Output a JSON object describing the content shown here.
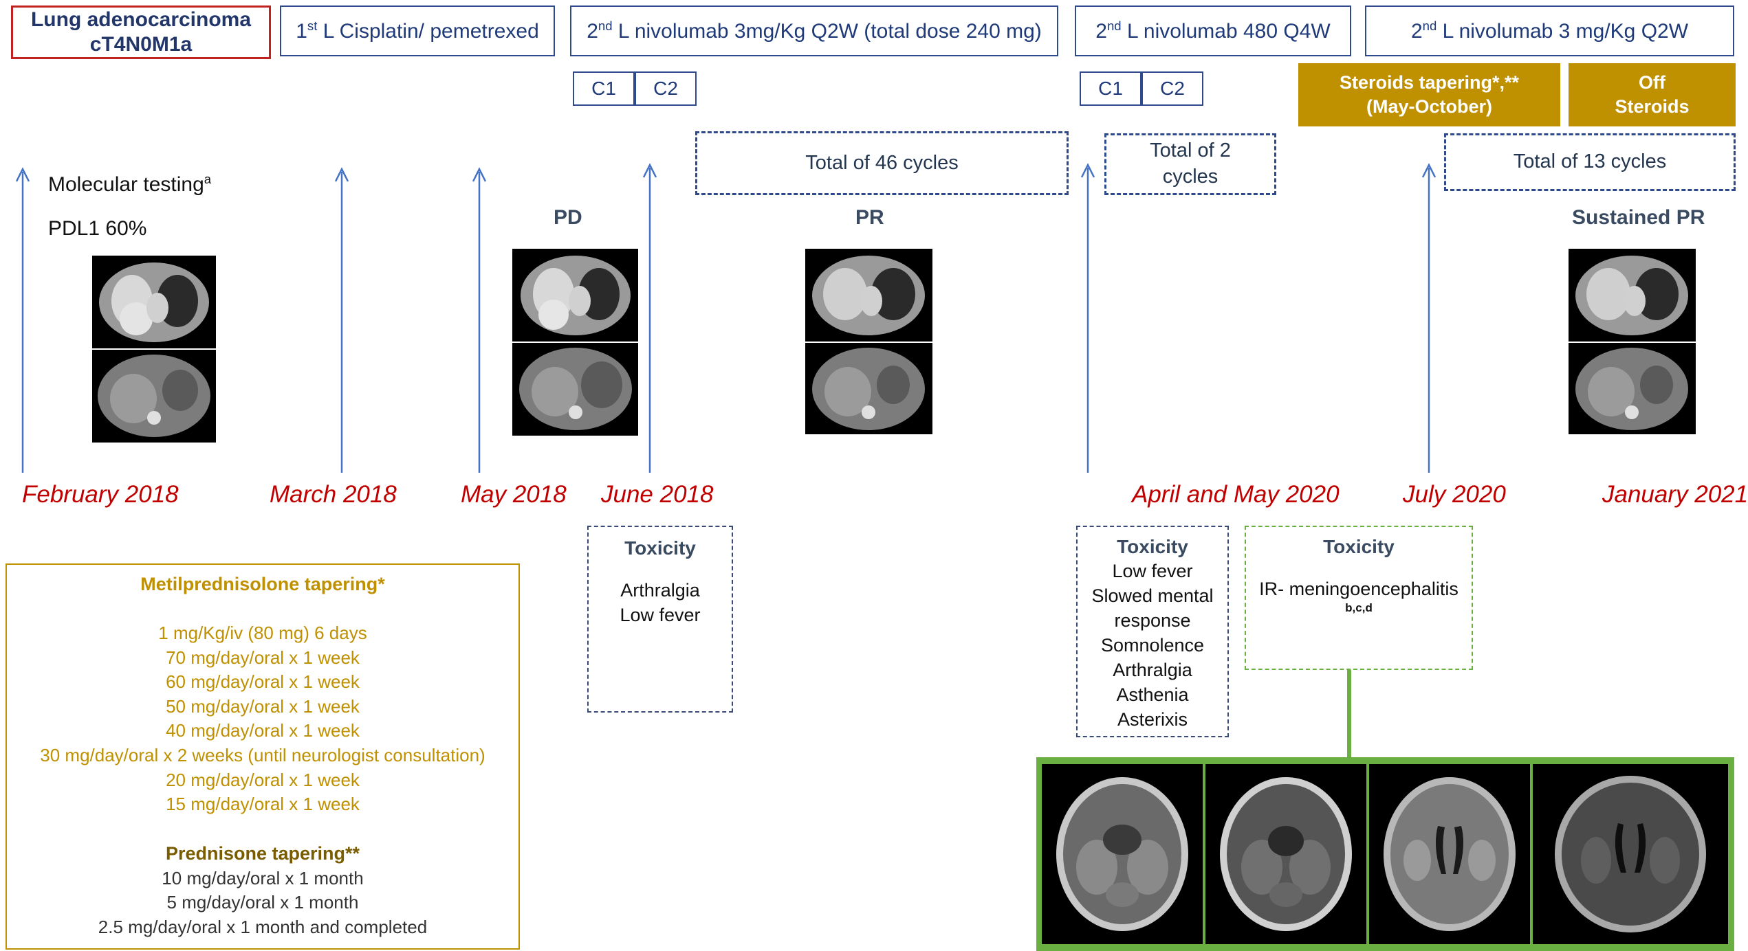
{
  "header": {
    "diagnosis": {
      "line1": "Lung adenocarcinoma",
      "line2": "cT4N0M1a"
    },
    "first_line": {
      "prefix": "1",
      "sup": "st",
      "text": " L Cisplatin/ pemetrexed"
    },
    "second_line_a": {
      "prefix": "2",
      "sup": "nd",
      "text": " L nivolumab 3mg/Kg Q2W (total dose 240 mg)"
    },
    "second_line_b": {
      "prefix": "2",
      "sup": "nd",
      "text": " L nivolumab 480 Q4W"
    },
    "second_line_c": {
      "prefix": "2",
      "sup": "nd",
      "text": " L nivolumab 3 mg/Kg Q2W"
    }
  },
  "cycles": {
    "a": [
      "C1",
      "C2"
    ],
    "b": [
      "C1",
      "C2"
    ]
  },
  "steroid_bars": {
    "tapering": {
      "line1": "Steroids  tapering*,**",
      "line2": "(May-October)"
    },
    "off": {
      "line1": "Off",
      "line2": "Steroids"
    }
  },
  "totals": {
    "a": "Total of 46 cycles",
    "b_line1": "Total of 2",
    "b_line2": "cycles",
    "c": "Total of 13 cycles"
  },
  "baseline": {
    "molecular": "Molecular testing",
    "molecular_sup": "a",
    "pdl1": "PDL1 60%"
  },
  "status_labels": {
    "pd": "PD",
    "pr": "PR",
    "sustained": "Sustained PR"
  },
  "dates": [
    "February 2018",
    "March  2018",
    "May 2018",
    "June 2018",
    "April  and May 2020",
    "July 2020",
    "January 2021"
  ],
  "toxicity": {
    "title": "Toxicity",
    "june2018": [
      "Arthralgia",
      "Low fever"
    ],
    "april2020": [
      "Low fever",
      "Slowed mental",
      "response",
      "Somnolence",
      "Arthralgia",
      "Asthenia",
      "Asterixis"
    ],
    "irae": {
      "text": "IR- meningoencephalitis",
      "sup": "b,c,d"
    }
  },
  "steroid_scheme": {
    "title1": "Metilprednisolone tapering*",
    "lines1": [
      "1 mg/Kg/iv (80 mg) 6 days",
      "70 mg/day/oral x 1 week",
      "60 mg/day/oral x 1 week",
      "50 mg/day/oral x 1 week",
      "40 mg/day/oral x 1 week",
      "30 mg/day/oral x 2 weeks (until neurologist consultation)",
      "20 mg/day/oral x 1 week",
      "15 mg/day/oral x 1 week"
    ],
    "title2": "Prednisone tapering**",
    "lines2": [
      "10 mg/day/oral x 1 month",
      "5 mg/day/oral x 1 month",
      "2.5 mg/day/oral x 1 month and completed"
    ]
  },
  "colors": {
    "box_border": "#2e4a8c",
    "date_red": "#c00000",
    "steroid_gold": "#bf9000",
    "mri_green": "#6aaf42",
    "arrow_blue": "#4472c4"
  }
}
